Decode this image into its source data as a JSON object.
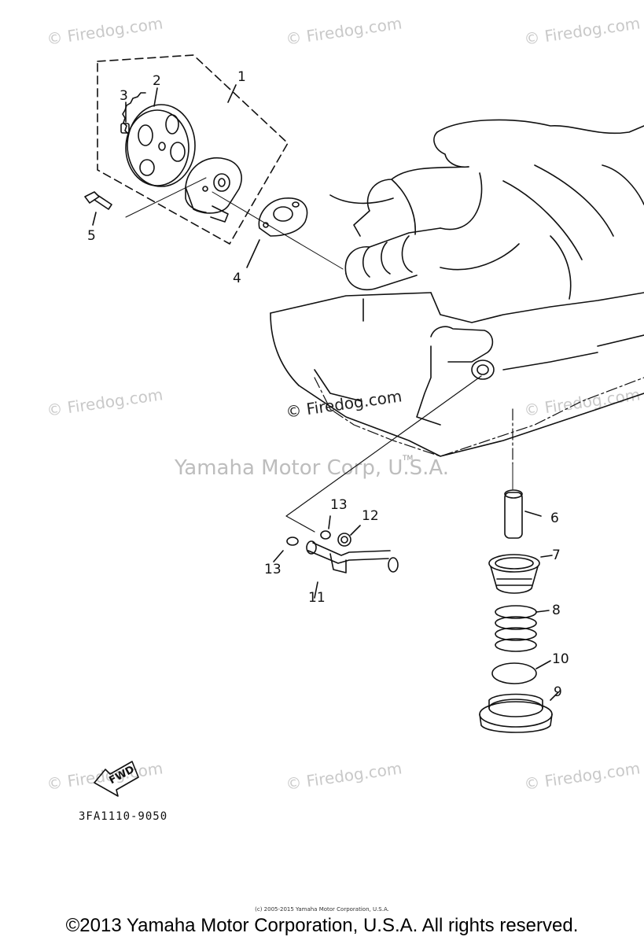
{
  "watermark": "© Firedog.com",
  "watermark_center": "Yamaha Motor Corp, U.S.A.",
  "trademark": "TM",
  "callouts": [
    "1",
    "2",
    "3",
    "4",
    "5",
    "6",
    "7",
    "8",
    "10",
    "9",
    "13",
    "12",
    "13",
    "11"
  ],
  "fwd_label": "FWD",
  "diagram_code": "3FA1110-9050",
  "small_copyright": "(c) 2005-2015 Yamaha Motor Corporation, U.S.A.",
  "copyright": "©2013 Yamaha Motor Corporation, U.S.A. All rights reserved."
}
